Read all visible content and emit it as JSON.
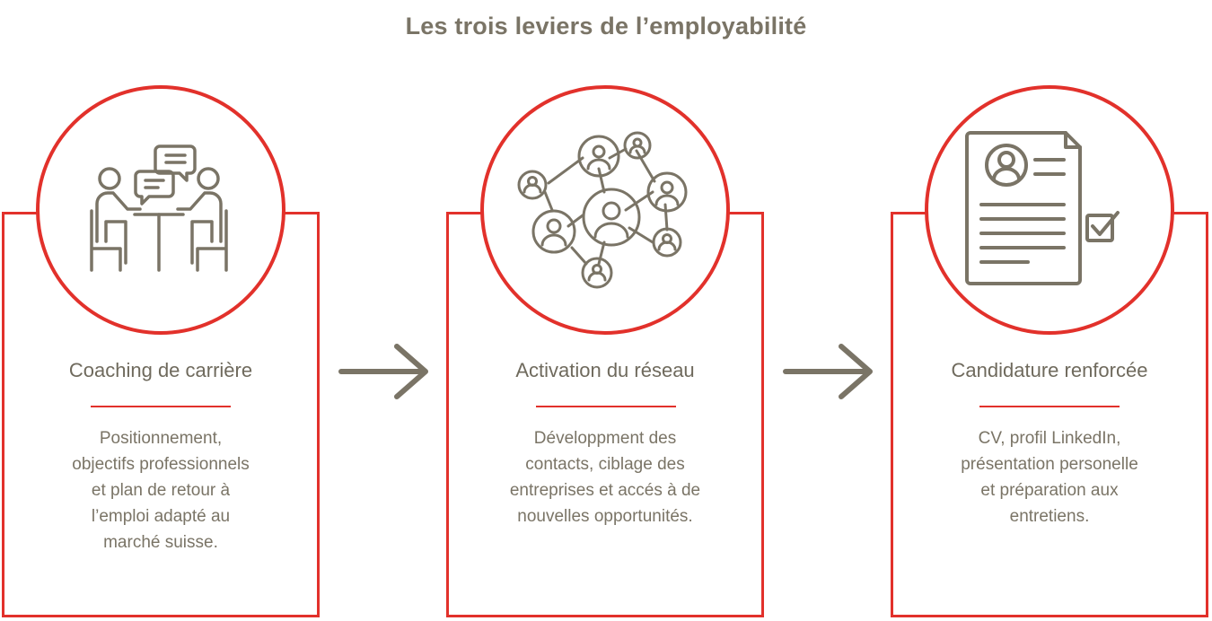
{
  "title": "Les trois leviers de l’employabilité",
  "colors": {
    "accent": "#e2312b",
    "icon": "#7a7466",
    "text": "#7a7466"
  },
  "steps": [
    {
      "heading": "Coaching de carrière",
      "icon": "coaching-conversation-icon",
      "lines": [
        "Positionnement,",
        "objectifs professionnels",
        "et plan de retour à",
        "l’emploi adapté au",
        "marché suisse."
      ]
    },
    {
      "heading": "Activation du réseau",
      "icon": "network-people-icon",
      "lines": [
        "Développment des",
        "contacts, ciblage des",
        "entreprises et accés à de",
        "nouvelles opportunités."
      ]
    },
    {
      "heading": "Candidature renforcée",
      "icon": "resume-checkmark-icon",
      "lines": [
        "CV, profil LinkedIn,",
        "présentation personelle",
        "et préparation aux",
        "entretiens."
      ]
    }
  ],
  "connectors": [
    "arrow-right-icon",
    "arrow-right-icon"
  ]
}
